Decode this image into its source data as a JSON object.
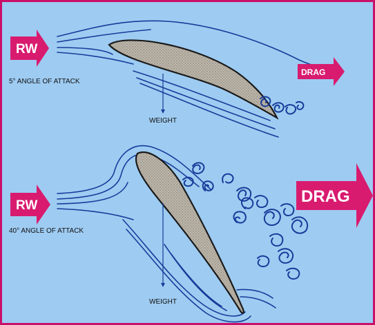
{
  "colors": {
    "background": "#9ecbf1",
    "border": "#c8106a",
    "arrow": "#d81b6f",
    "streamline": "#143c9a",
    "airfoil_fill": "#b9b2a6",
    "airfoil_outline": "#1a1a1a"
  },
  "panels": [
    {
      "id": "low-angle",
      "rw_label": "RW",
      "angle_label": "5° ANGLE OF ATTACK",
      "drag_label": "DRAG",
      "weight_label": "WEIGHT"
    },
    {
      "id": "high-angle",
      "rw_label": "RW",
      "angle_label": "40° ANGLE OF ATTACK",
      "drag_label": "DRAG",
      "weight_label": "WEIGHT"
    }
  ]
}
